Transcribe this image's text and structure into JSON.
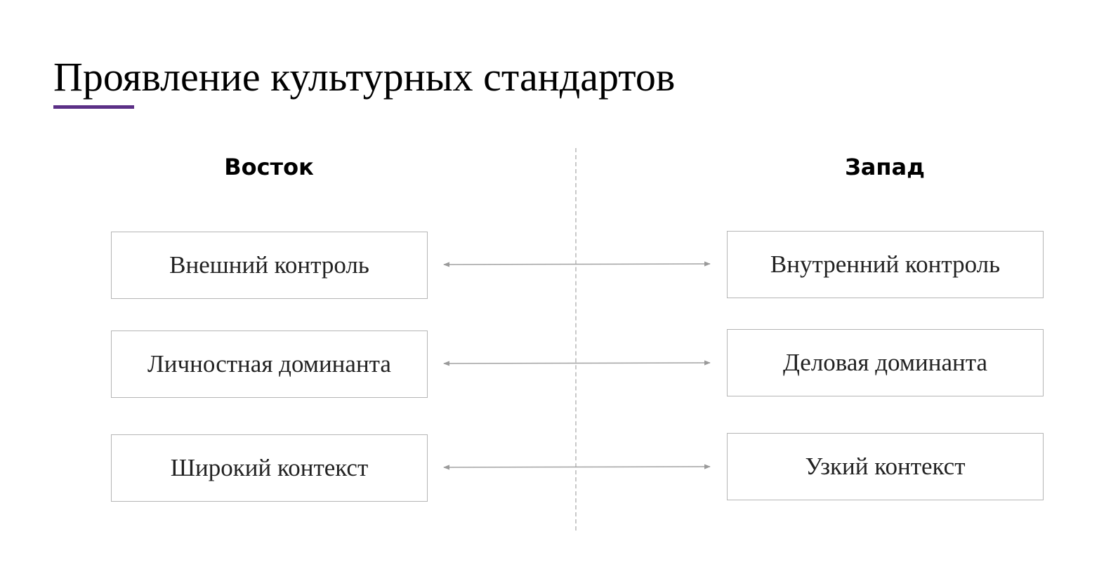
{
  "title": "Проявление культурных стандартов",
  "accent_color": "#5b2f86",
  "columns": {
    "east": "Восток",
    "west": "Запад"
  },
  "pairs": [
    {
      "east": "Внешний контроль",
      "west": "Внутренний контроль"
    },
    {
      "east": "Личностная доминанта",
      "west": "Деловая доминанта"
    },
    {
      "east": "Широкий контекст",
      "west": "Узкий контекст"
    }
  ]
}
